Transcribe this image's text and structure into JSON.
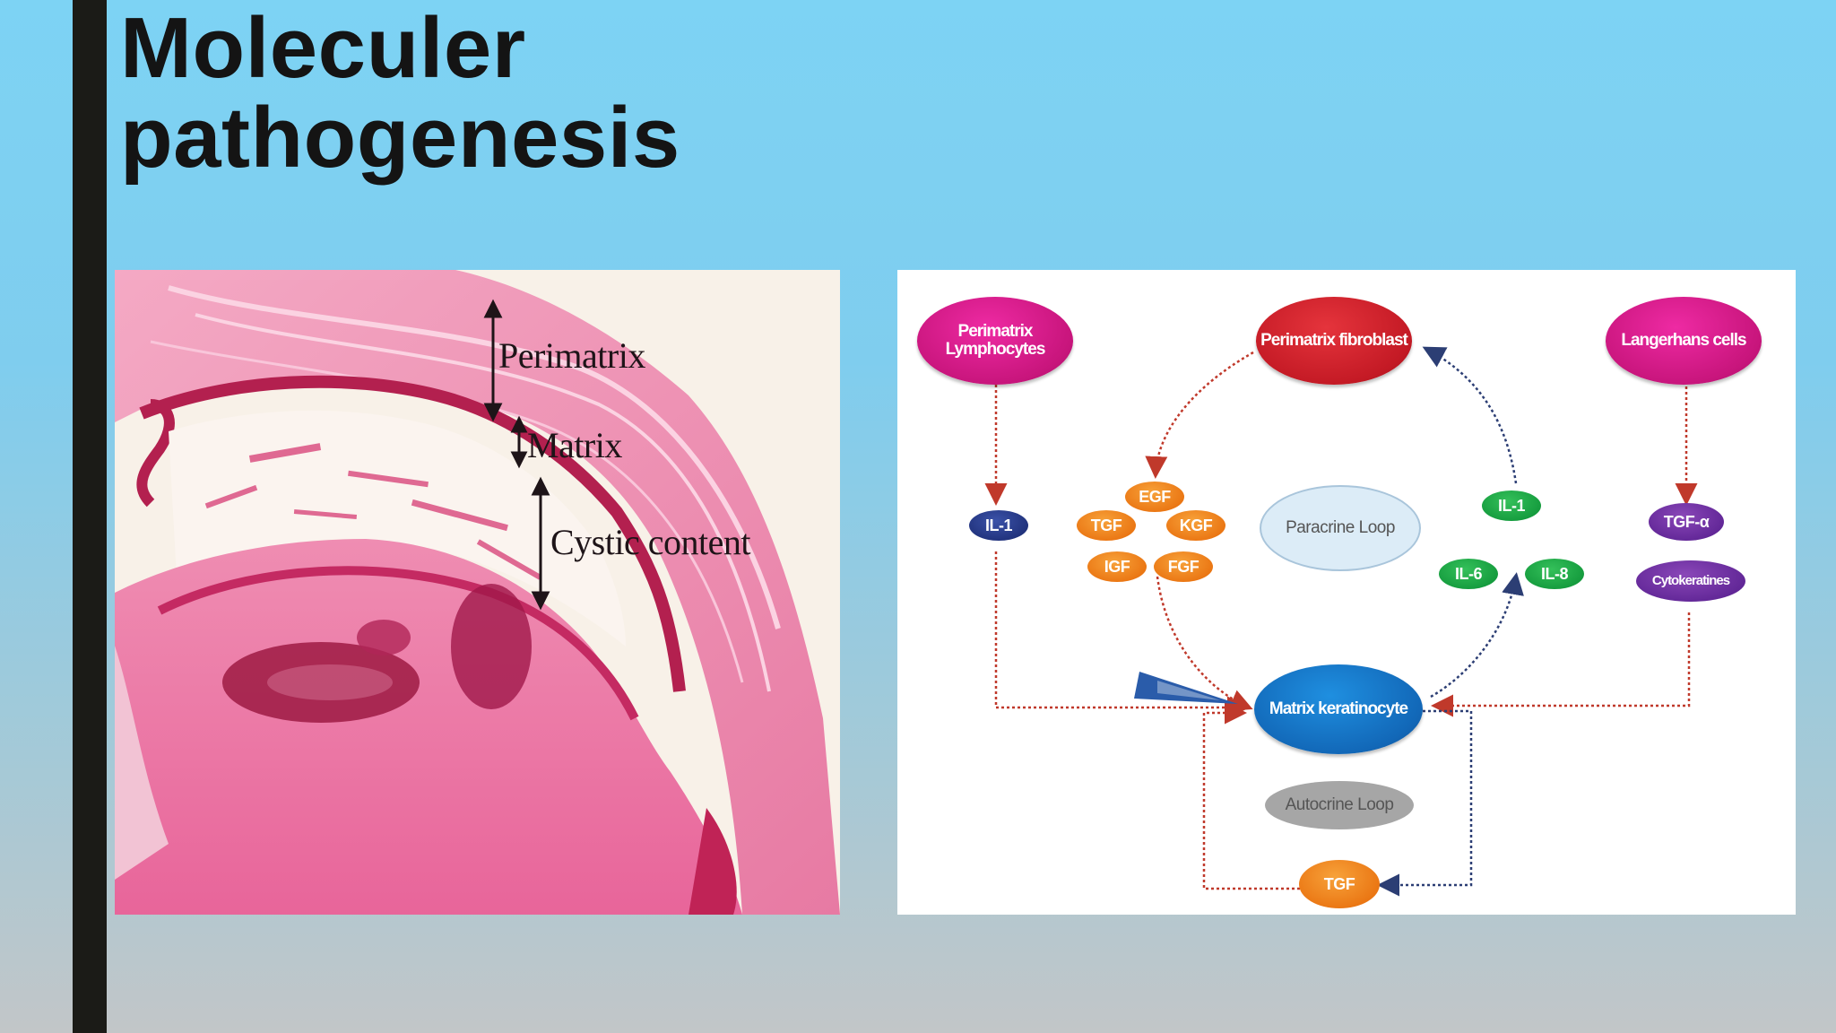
{
  "title": {
    "line1": "Moleculer",
    "line2": "pathogenesis"
  },
  "histology": {
    "labels": {
      "perimatrix": "Perimatrix",
      "matrix": "Matrix",
      "cystic": "Cystic content"
    }
  },
  "diagram": {
    "nodes": {
      "perimatrix_lymphocytes": "Perimatrix Lymphocytes",
      "perimatrix_fibroblast": "Perimatrix fibroblast",
      "langerhans_cells": "Langerhans cells",
      "il1_left": "IL-1",
      "egf": "EGF",
      "tgf_left": "TGF",
      "kgf": "KGF",
      "igf": "IGF",
      "fgf": "FGF",
      "paracrine_loop": "Paracrine Loop",
      "il1_right": "IL-1",
      "il6": "IL-6",
      "il8": "IL-8",
      "tgf_alpha": "TGF-α",
      "cytokeratines": "Cytokeratines",
      "matrix_keratinocyte": "Matrix keratinocyte",
      "autocrine_loop": "Autocrine Loop",
      "tgf_bottom": "TGF"
    }
  },
  "colors": {
    "magenta": "#c8157c",
    "red": "#c41a25",
    "blue": "#1268b8",
    "navy": "#1e2f78",
    "orange": "#ea7512",
    "green": "#12983b",
    "purple": "#5e2494",
    "arrow_red": "#c0392b",
    "arrow_blue": "#2c3e74"
  }
}
